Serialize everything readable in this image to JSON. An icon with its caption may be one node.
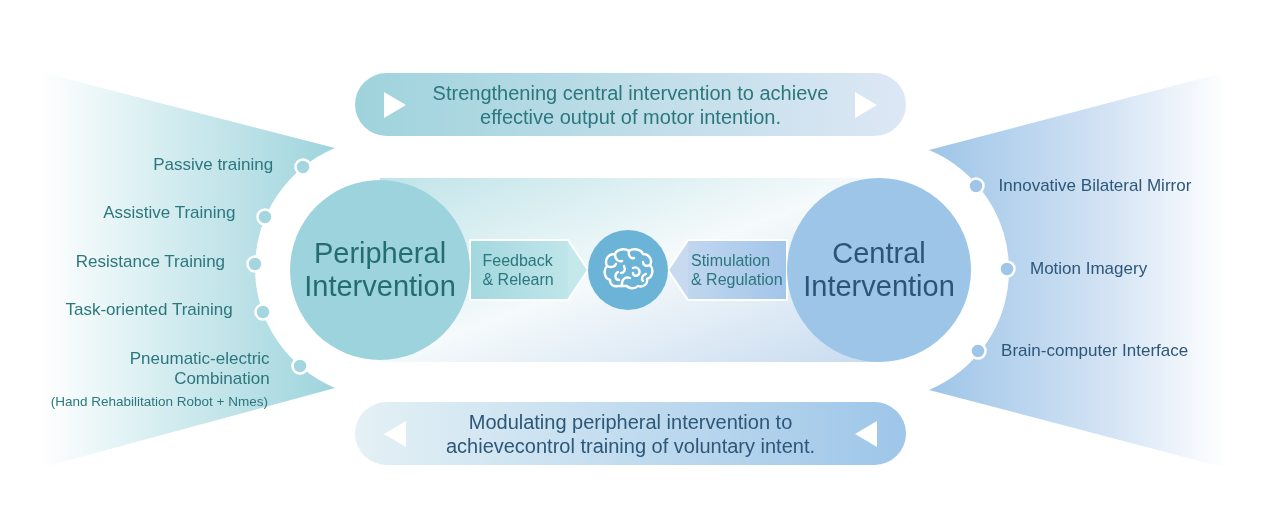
{
  "diagram": {
    "nodes": [
      {
        "text": [
          "Passive training",
          "Assistive Training",
          "Resistance Training",
          "Task-oriented Training",
          "Pneumatic-electric Combination",
          "(Hand Rehabilitation Robot + Nmes)"
        ]
      },
      {
        "text": [
          "Strengthening central intervention to achieve effective output of motor intention."
        ]
      },
      {
        "text": [
          "Peripheral Intervention"
        ]
      },
      {
        "text": [],
        "shape": "circle"
      },
      {
        "text": [
          "Central Intervention"
        ]
      },
      {
        "text": [
          "Innovative Bilateral Mirror",
          "Motion Imagery",
          "Brain-computer Interface"
        ]
      },
      {
        "text": [
          "Modulating peripheral intervention to achievecontrol training of voluntary intent."
        ]
      }
    ],
    "edges": [
      {
        "from": 2,
        "to": 3,
        "arrow": "to",
        "label": "Feedback & Relearn"
      },
      {
        "from": 4,
        "to": 3,
        "arrow": "to",
        "label": "Stimulation & Regulation"
      }
    ]
  }
}
